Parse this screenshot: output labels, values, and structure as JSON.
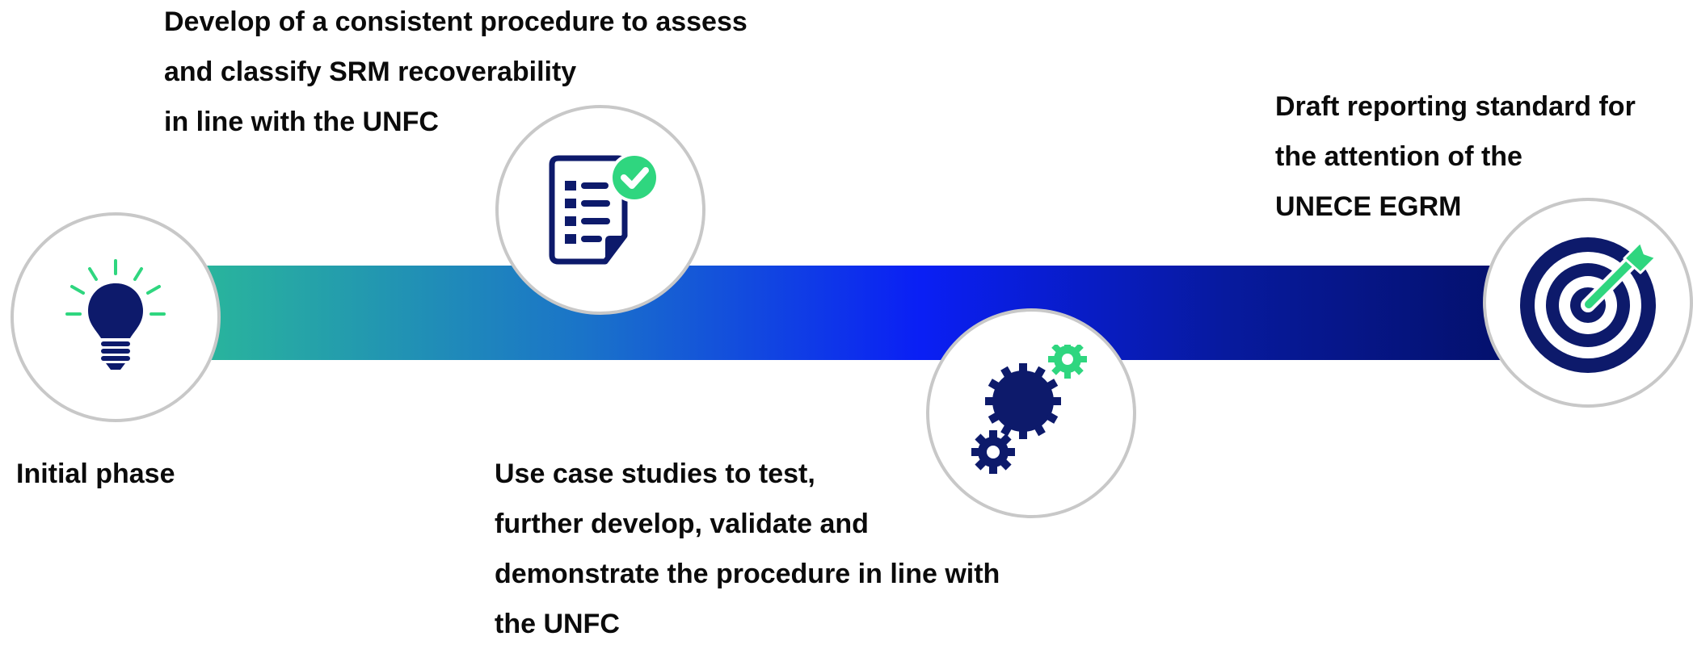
{
  "colors": {
    "navy": "#0d1a6b",
    "green": "#2fd67f",
    "ring": "#c8c8c8",
    "band_start": "#2ab89a",
    "band_mid": "#0a1ff5",
    "band_end": "#04106a"
  },
  "steps": [
    {
      "icon": "lightbulb-icon",
      "lines": [
        "Initial phase"
      ]
    },
    {
      "icon": "checklist-document-icon",
      "lines": [
        "Develop of a consistent procedure to assess",
        "and classify SRM recoverability",
        "in line with the UNFC"
      ]
    },
    {
      "icon": "gears-icon",
      "lines": [
        "Use case studies to test,",
        "further develop, validate and",
        "demonstrate the procedure in line with",
        "the UNFC"
      ]
    },
    {
      "icon": "target-arrow-icon",
      "lines": [
        "Draft reporting standard for",
        "the attention of the",
        "UNECE EGRM"
      ]
    }
  ]
}
